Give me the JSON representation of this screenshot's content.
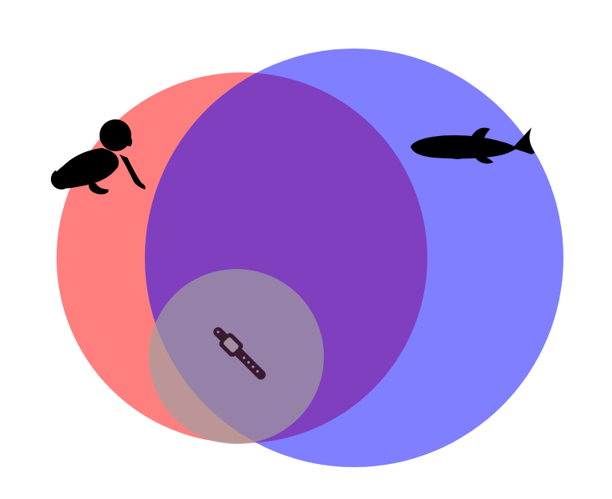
{
  "diagram": {
    "type": "venn",
    "sets": [
      {
        "id": "red-set",
        "color": "#ff0000",
        "opacity": 0.5,
        "icon": "crawling-baby-icon"
      },
      {
        "id": "blue-set",
        "color": "#0000ff",
        "opacity": 0.5,
        "icon": "fish-icon"
      },
      {
        "id": "gray-set",
        "color": "#a0a0a0",
        "opacity": 0.7,
        "icon": "fitness-band-icon"
      }
    ],
    "icon_color": "#000000",
    "band_color": "#3a1a33"
  }
}
